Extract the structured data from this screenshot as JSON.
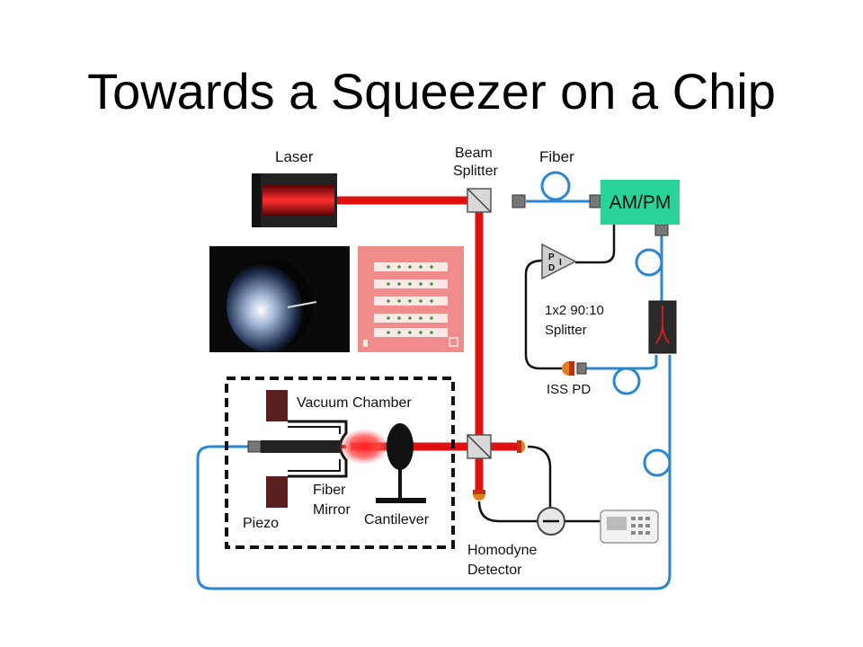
{
  "slide": {
    "title": "Towards a Squeezer on a Chip"
  },
  "labels": {
    "laser": "Laser",
    "beam_splitter_line1": "Beam",
    "beam_splitter_line2": "Splitter",
    "fiber": "Fiber",
    "ampm": "AM/PM",
    "pd_p": "P",
    "pd_d": "D",
    "pd_i": "I",
    "splitter_line1": "1x2 90:10",
    "splitter_line2": "Splitter",
    "iss_pd": "ISS PD",
    "vacuum_chamber": "Vacuum Chamber",
    "fiber_mirror_line1": "Fiber",
    "fiber_mirror_line2": "Mirror",
    "piezo": "Piezo",
    "cantilever": "Cantilever",
    "homodyne_line1": "Homodyne",
    "homodyne_line2": "Detector"
  },
  "colors": {
    "beam_red": "#e01010",
    "fiber_blue": "#2a87d0",
    "ampm_green": "#29d39a",
    "chamber_brown": "#5a2020",
    "chip_pink": "#f08c8c",
    "micrograph_bg": "#0a0a0a"
  }
}
